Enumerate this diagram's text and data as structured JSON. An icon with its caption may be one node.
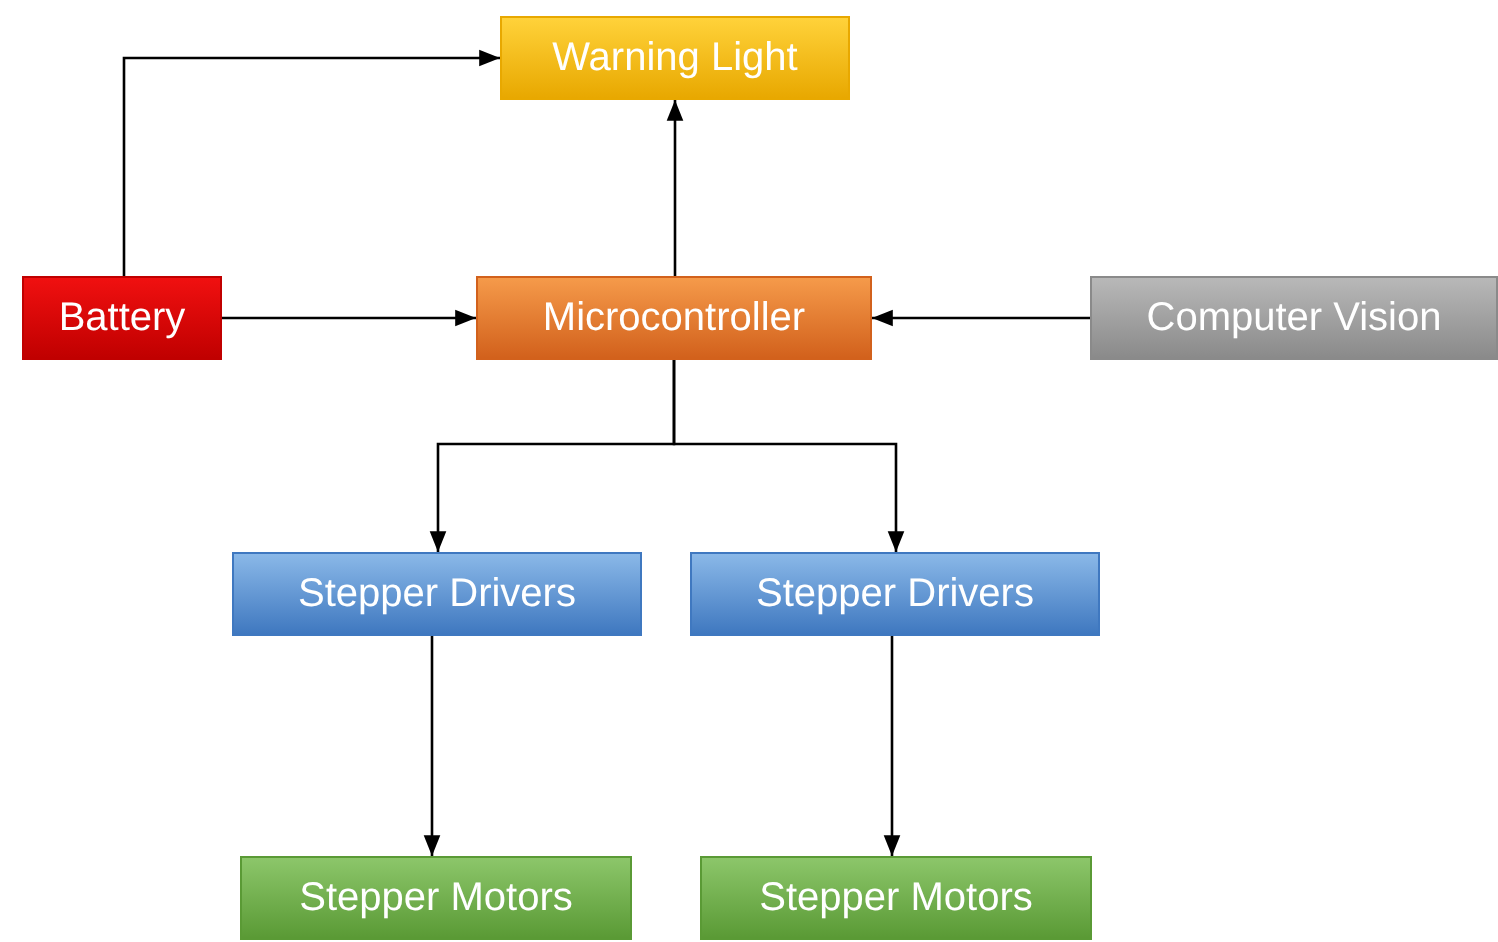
{
  "diagram": {
    "nodes": [
      {
        "text": [
          "Warning Light"
        ]
      },
      {
        "text": [
          "Battery"
        ]
      },
      {
        "text": [
          "Microcontroller"
        ]
      },
      {
        "text": [
          "Computer Vision"
        ]
      },
      {
        "text": [
          "Stepper Drivers"
        ]
      },
      {
        "text": [
          "Stepper Drivers"
        ]
      },
      {
        "text": [
          "Stepper Motors"
        ]
      },
      {
        "text": [
          "Stepper Motors"
        ]
      }
    ],
    "edges": [
      {
        "from": 1,
        "to": 0,
        "arrow": "to"
      },
      {
        "from": 1,
        "to": 2,
        "arrow": "to"
      },
      {
        "from": 2,
        "to": 0,
        "arrow": "to"
      },
      {
        "from": 3,
        "to": 2,
        "arrow": "to"
      },
      {
        "from": 2,
        "to": 4,
        "arrow": "to"
      },
      {
        "from": 2,
        "to": 5,
        "arrow": "to"
      },
      {
        "from": 4,
        "to": 6,
        "arrow": "to"
      },
      {
        "from": 5,
        "to": 7,
        "arrow": "to"
      }
    ]
  }
}
